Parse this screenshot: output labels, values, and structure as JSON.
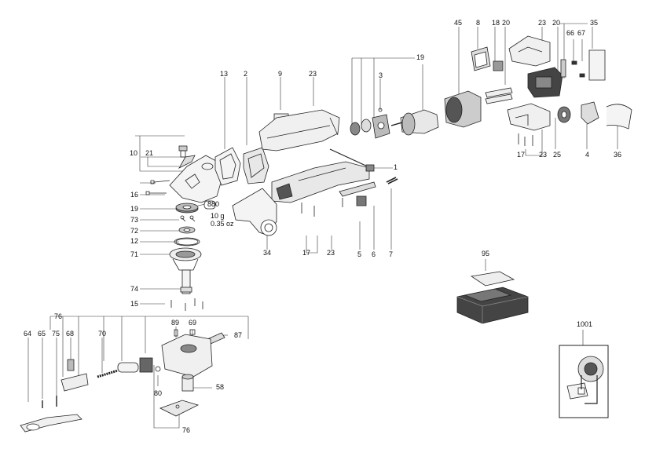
{
  "diagram": {
    "callouts": {
      "c1": "1",
      "c2": "2",
      "c3": "3",
      "c4": "4",
      "c5": "5",
      "c6": "6",
      "c7": "7",
      "c8": "8",
      "c9": "9",
      "c10": "10",
      "c12": "12",
      "c13": "13",
      "c15": "15",
      "c16": "16",
      "c17a": "17",
      "c17b": "17",
      "c18": "18",
      "c19a": "19",
      "c19b": "19",
      "c20a": "20",
      "c20b": "20",
      "c21": "21",
      "c23a": "23",
      "c23b": "23",
      "c23c": "23",
      "c23d": "23",
      "c25": "25",
      "c34": "34",
      "c35": "35",
      "c36": "36",
      "c45": "45",
      "c58": "58",
      "c64": "64",
      "c65": "65",
      "c66": "66",
      "c67": "67",
      "c68": "68",
      "c69": "69",
      "c70": "70",
      "c71": "71",
      "c72": "72",
      "c73": "73",
      "c74": "74",
      "c75": "75",
      "c76a": "76",
      "c76b": "76",
      "c80": "80",
      "c87": "87",
      "c89": "89",
      "c95": "95",
      "c880": "880",
      "c1001": "1001"
    },
    "grease_note": {
      "line1": "10 g",
      "line2": "0.35 oz"
    }
  }
}
